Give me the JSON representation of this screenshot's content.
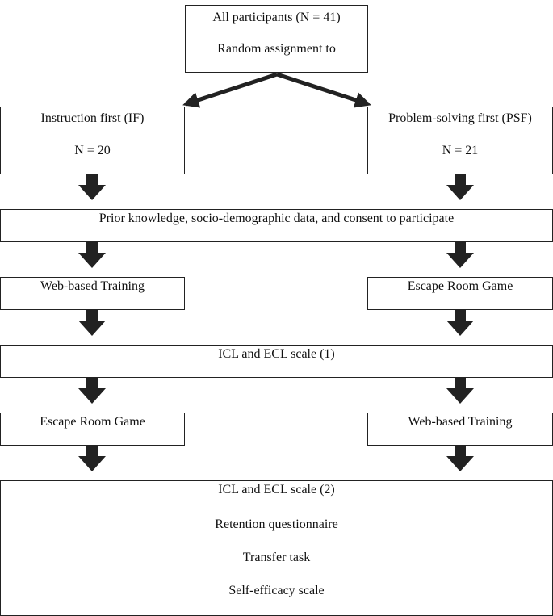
{
  "top": {
    "line1": "All participants (N = 41)",
    "line2": "Random assignment to"
  },
  "groups": {
    "left": {
      "title": "Instruction first (IF)",
      "n": "N = 20"
    },
    "right": {
      "title": "Problem-solving first (PSF)",
      "n": "N = 21"
    }
  },
  "shared": {
    "prior": "Prior knowledge, socio-demographic data, and consent to participate",
    "scale1": "ICL and ECL scale (1)"
  },
  "steps": {
    "left_a": "Web-based Training",
    "right_a": "Escape Room Game",
    "left_b": "Escape Room Game",
    "right_b": "Web-based Training"
  },
  "final": {
    "items": [
      "ICL and ECL scale (2)",
      "Retention questionnaire",
      "Transfer task",
      "Self-efficacy scale"
    ]
  },
  "colors": {
    "stroke": "#222222",
    "arrow": "#222222"
  }
}
